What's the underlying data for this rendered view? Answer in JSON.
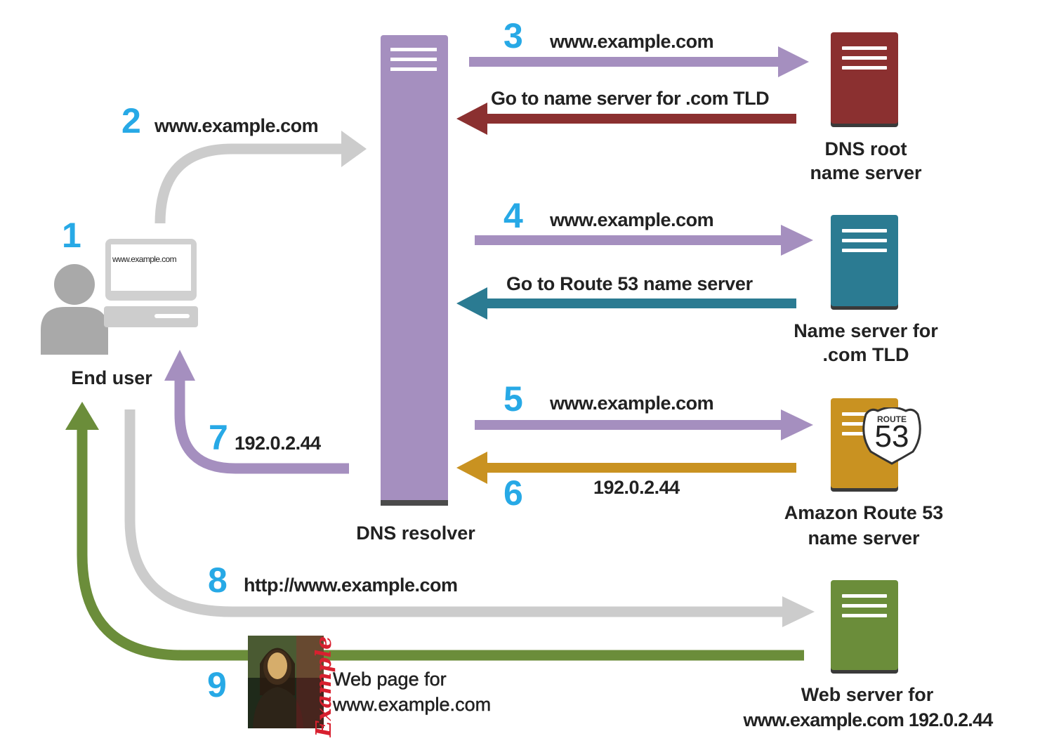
{
  "colors": {
    "step_number": "#27a9e6",
    "resolver": "#a58fbf",
    "root": "#8b3030",
    "tld": "#2b7b92",
    "route53": "#c99221",
    "web": "#6b8d3a",
    "grey": "#cccccc"
  },
  "steps": {
    "s1": "1",
    "s2": "2",
    "s3": "3",
    "s4": "4",
    "s5": "5",
    "s6": "6",
    "s7": "7",
    "s8": "8",
    "s9": "9"
  },
  "messages": {
    "m2": "www.example.com",
    "m3": "www.example.com",
    "m3_reply": "Go to name server for .com TLD",
    "m4": "www.example.com",
    "m4_reply": "Go to Route 53 name server",
    "m5": "www.example.com",
    "m6_reply": "192.0.2.44",
    "m7": "192.0.2.44",
    "m8": "http://www.example.com",
    "m9_line1": "Web page for",
    "m9_line2": "www.example.com"
  },
  "nodes": {
    "end_user": "End user",
    "screen_text": "www.example.com",
    "dns_resolver": "DNS resolver",
    "root_line1": "DNS root",
    "root_line2": "name server",
    "tld_line1": "Name server for",
    "tld_line2": ".com TLD",
    "route53_line1": "Amazon Route 53",
    "route53_line2": "name server",
    "route53_badge_top": "ROUTE",
    "route53_badge_num": "53",
    "web_line1": "Web server for",
    "web_line2": "www.example.com 192.0.2.44",
    "thumbnail_text": "Example"
  }
}
